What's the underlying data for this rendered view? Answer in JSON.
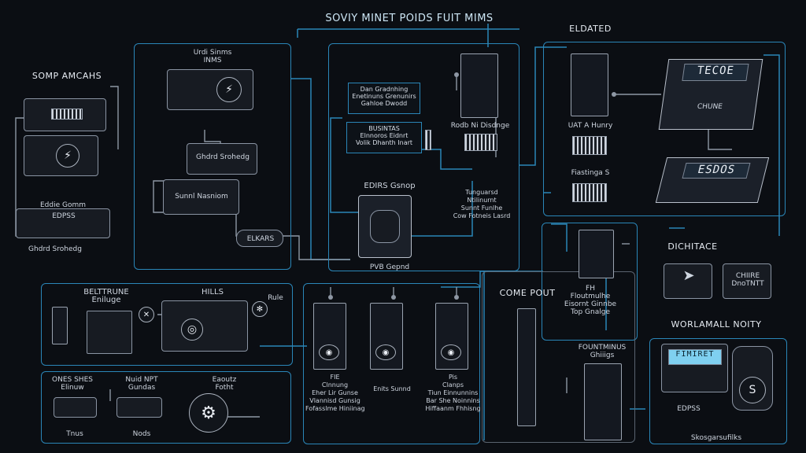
{
  "title": "SOVIY MINET POIDS FUIT MIMS",
  "sections": {
    "top_left": "SOMP AMCAHS",
    "top_left_sub": "Eddie Gomm",
    "top_left_box": "Urdi Sinms\nINMS",
    "related": "ELDATED",
    "center_chip": "EDIRS Gsnop",
    "center_chip_sub": "PVB Gepnd",
    "right_mid": "DICHITACE",
    "compute": "COME POUT",
    "bottom_left": "BELTTRUNE\nEniluge",
    "bottom_mid_left": "HILLS",
    "bottom_fan": "Rule",
    "workbench": "WORLAMALL NOITY",
    "bottom_right_caption": "Skosgarsufilks",
    "funct": "FOUNTMINUS\nGhiiigs"
  },
  "tags": {
    "tag1": "Dan Gradnhing\nEnetinuns Grenunirs\nGahloe Dwodd",
    "tag2": "BUSINTAS\nElnnoros Eidnrt\nVolik Dhanth Inart",
    "rack_label1": "Rodb Ni Disdnge",
    "rack_label2": "UAT A Hunry",
    "rack_label3": "Fiastinga S",
    "side_note": "Tunguarsd\nNtilinurnt\nSunnt Funlhe\nCow Fotneis Lasrd",
    "comp_note": "FH\nFloutmulhe\nEisornt Ginnbe\nTop Gnalge",
    "switch_label": "ELKARS",
    "device_top": "TECOE",
    "device_bot": "ESDOS",
    "monitor": "FIMIRET",
    "router_left": "EDPSS",
    "sm_label1": "Ghdrd Srohedg",
    "disk_label": "Sunnl Nasniom",
    "bl_a": "ONES SHES\nElinuw",
    "bl_b": "Nuid NPT\nGundas",
    "bl_c": "Eaoutz\nFotht",
    "bl_a_sub": "Tnus",
    "bl_b_sub": "Nods",
    "rk1": "FIE\nClnnung\nEher Lir Gunse\nVlannisd Gunsig\nFofasslme Hiniinag",
    "rk2": "Enits Sunnd",
    "rk3": "Pis\nClanps\nTiun Einnunnins\nBar She Noinnins\nHiffaanm Fhhisng",
    "right_box": "CHIIRE\nDnoTNTT",
    "wb_small": "CHUNE"
  },
  "colors": {
    "accent": "#2a86b8",
    "bg": "#0b0e13",
    "device": "#8a94a3"
  }
}
